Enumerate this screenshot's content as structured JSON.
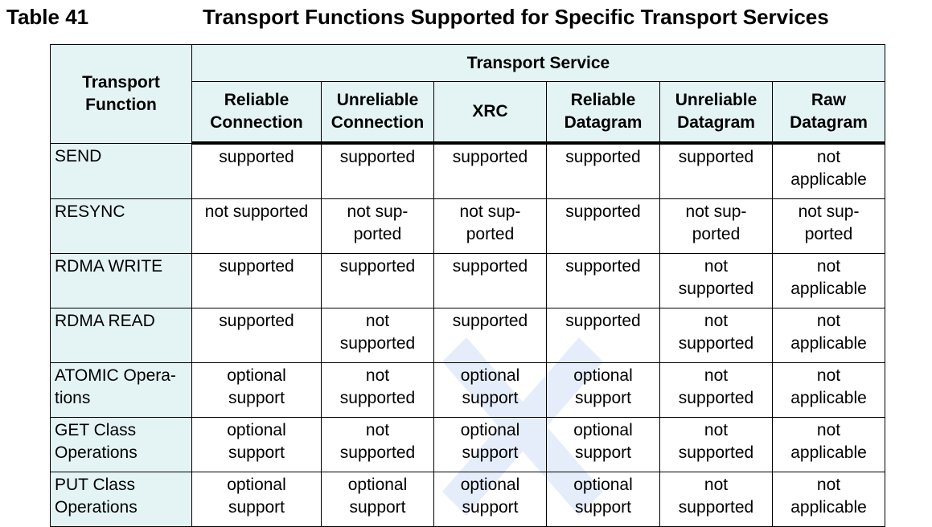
{
  "caption": {
    "number": "Table 41",
    "title": "Transport Functions Supported for Specific Transport Services"
  },
  "table": {
    "corner_header": "Transport\nFunction",
    "group_header": "Transport Service",
    "columns": [
      "Reliable\nConnection",
      "Unreliable\nConnection",
      "XRC",
      "Reliable\nDatagram",
      "Unreliable\nDatagram",
      "Raw\nDatagram"
    ],
    "rows": [
      {
        "function": "SEND",
        "cells": [
          "supported",
          "supported",
          "supported",
          "supported",
          "supported",
          "not\napplicable"
        ]
      },
      {
        "function": "RESYNC",
        "cells": [
          "not supported",
          "not sup-\nported",
          "not sup-\nported",
          "supported",
          "not sup-\nported",
          "not sup-\nported"
        ]
      },
      {
        "function": "RDMA WRITE",
        "cells": [
          "supported",
          "supported",
          "supported",
          "supported",
          "not\nsupported",
          "not\napplicable"
        ]
      },
      {
        "function": "RDMA READ",
        "cells": [
          "supported",
          "not\nsupported",
          "supported",
          "supported",
          "not\nsupported",
          "not\napplicable"
        ]
      },
      {
        "function": "ATOMIC Opera-\ntions",
        "cells": [
          "optional\nsupport",
          "not\nsupported",
          "optional\nsupport",
          "optional\nsupport",
          "not\nsupported",
          "not\napplicable"
        ]
      },
      {
        "function": "GET Class\nOperations",
        "cells": [
          "optional\nsupport",
          "not\nsupported",
          "optional\nsupport",
          "optional\nsupport",
          "not\nsupported",
          "not\napplicable"
        ]
      },
      {
        "function": "PUT Class\nOperations",
        "cells": [
          "optional\nsupport",
          "optional\nsupport",
          "optional\nsupport",
          "optional\nsupport",
          "not\nsupported",
          "not\napplicable"
        ]
      }
    ]
  },
  "colors": {
    "header_fill": "#e4f4f4",
    "border": "#000000",
    "watermark": "#3a6fd8"
  }
}
